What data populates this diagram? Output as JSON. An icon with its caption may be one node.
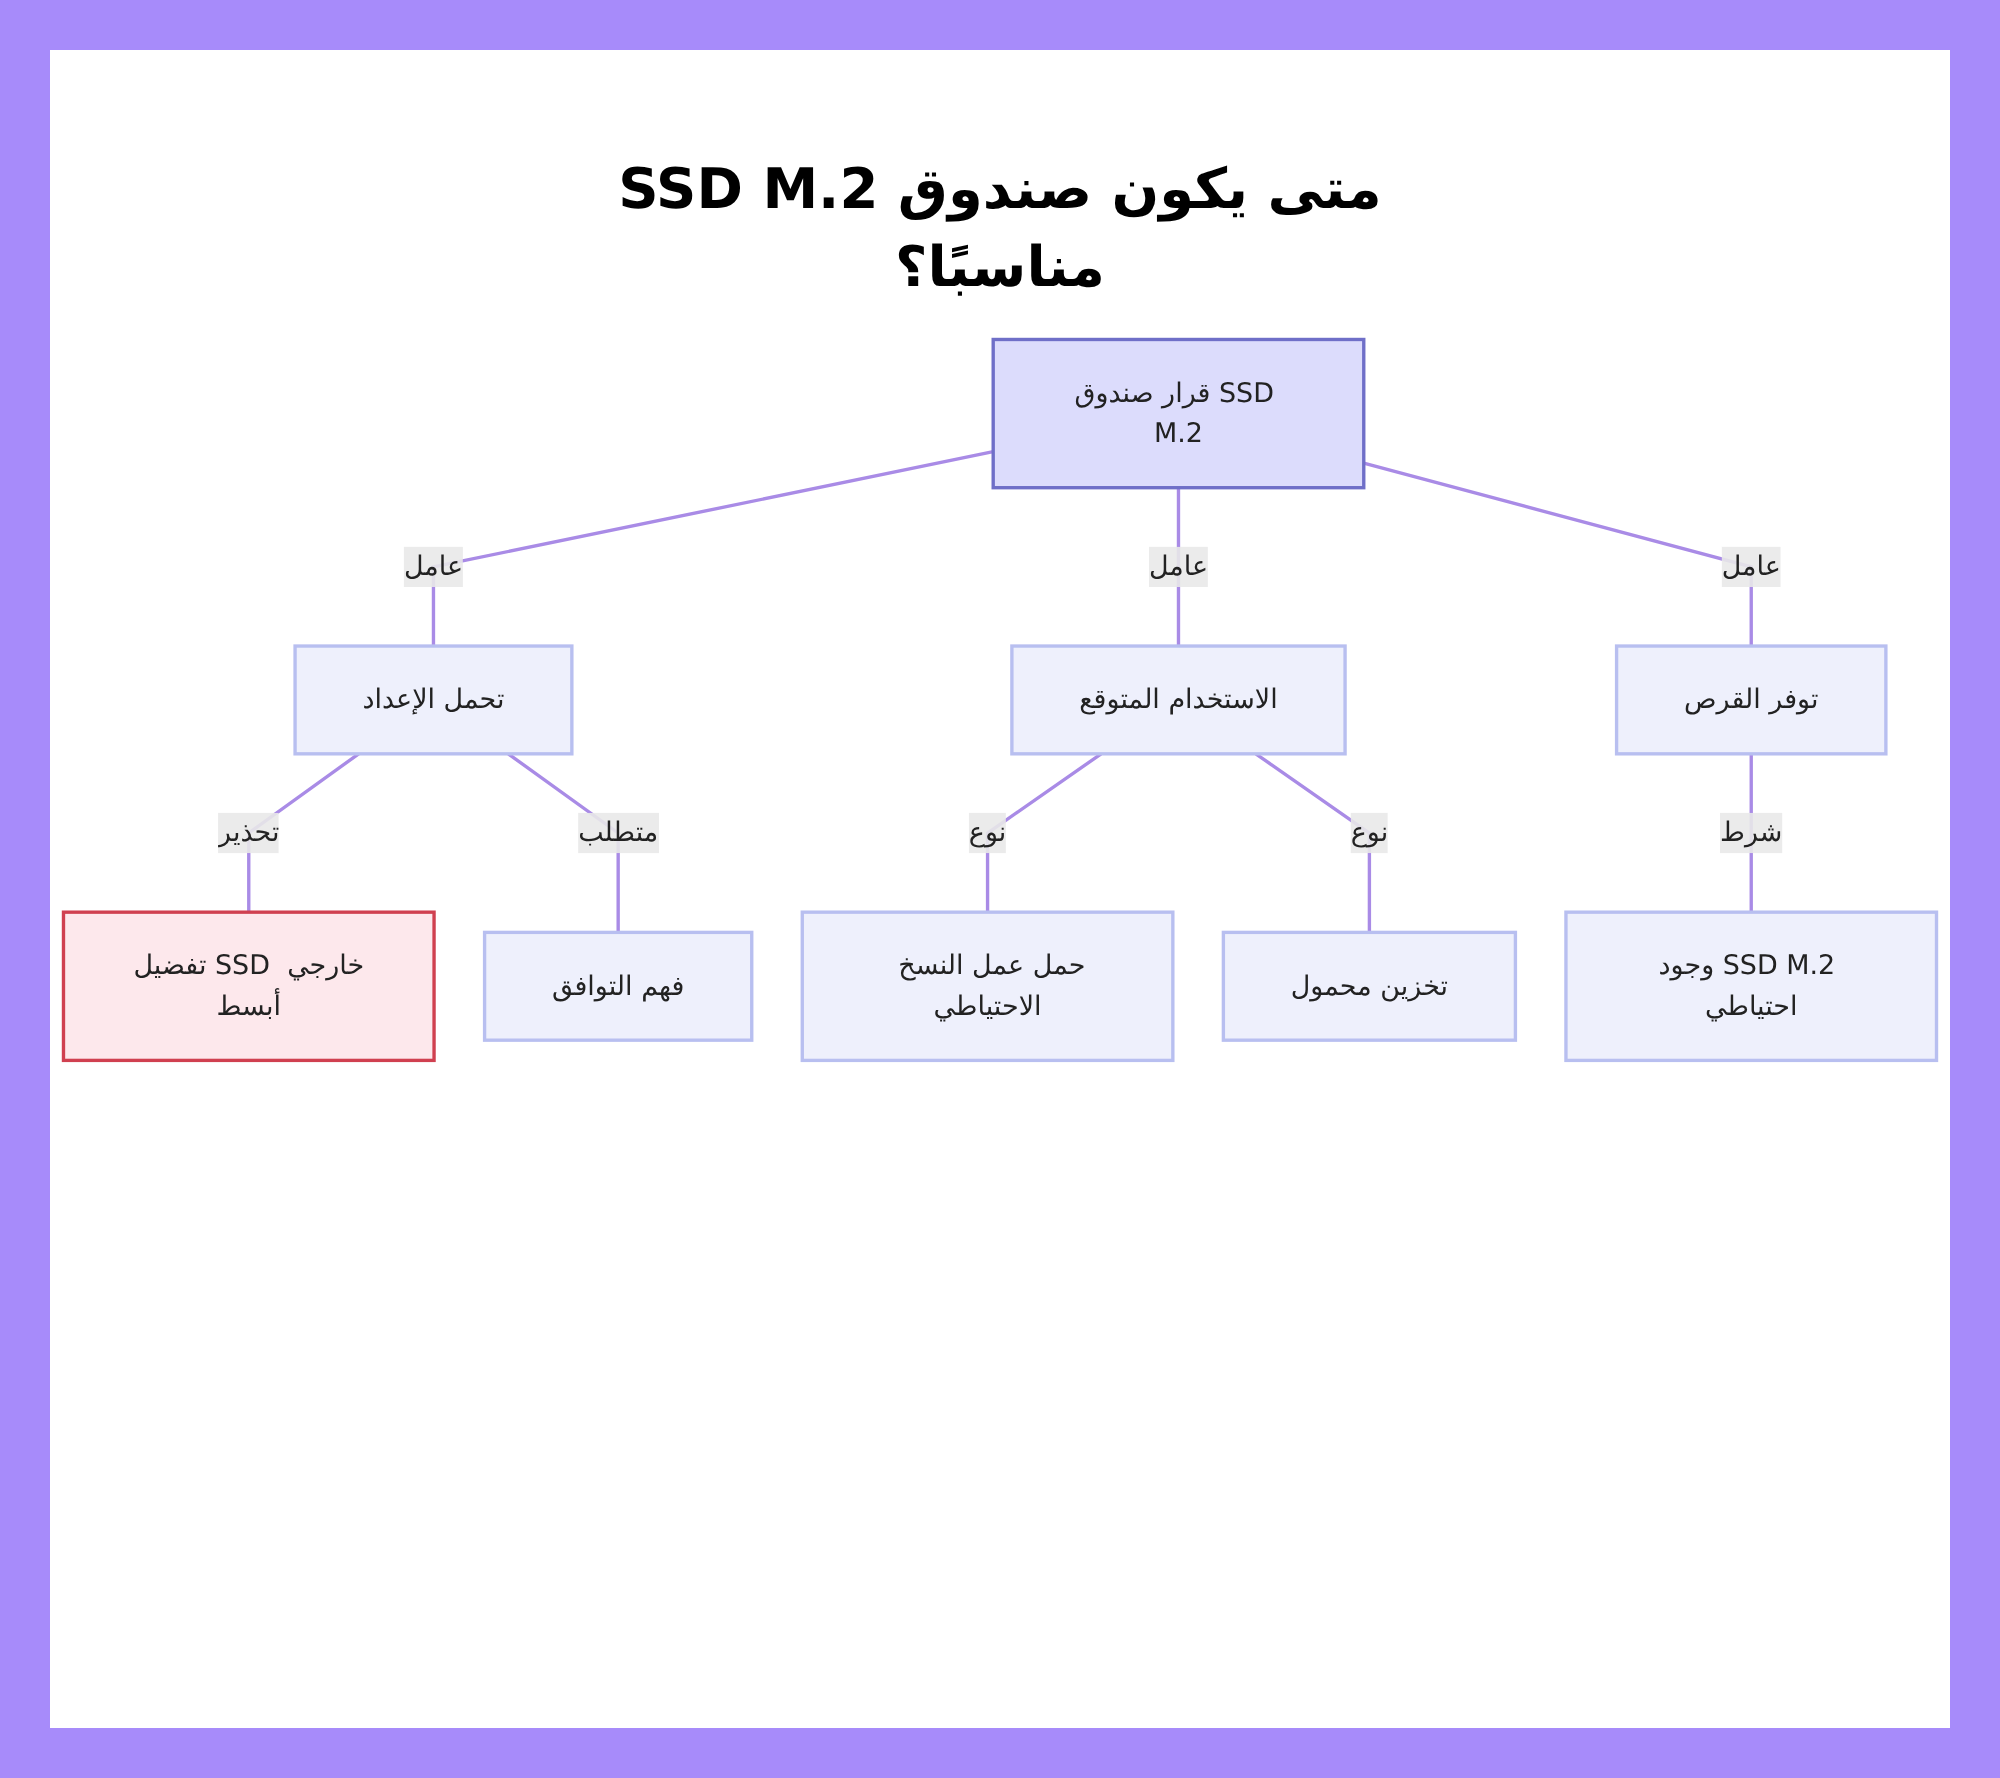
{
  "diagram": {
    "title": "متى يكون صندوق SSD M.2 مناسبًا؟",
    "nodes": [
      {
        "text": [
          "قرار صندوق SSD M.2"
        ]
      },
      {
        "text": [
          "تحمل الإعداد"
        ]
      },
      {
        "text": [
          "الاستخدام المتوقع"
        ]
      },
      {
        "text": [
          "توفر القرص"
        ]
      },
      {
        "text": [
          "تفضيل SSD خارجي أبسط"
        ]
      },
      {
        "text": [
          "فهم التوافق"
        ]
      },
      {
        "text": [
          "حمل عمل النسخ الاحتياطي"
        ]
      },
      {
        "text": [
          "تخزين محمول"
        ]
      },
      {
        "text": [
          "وجود SSD M.2 احتياطي"
        ]
      }
    ],
    "edges": [
      {
        "from": 0,
        "to": 1,
        "arrow": "none",
        "label": "عامل"
      },
      {
        "from": 0,
        "to": 2,
        "arrow": "none",
        "label": "عامل"
      },
      {
        "from": 0,
        "to": 3,
        "arrow": "none",
        "label": "عامل"
      },
      {
        "from": 1,
        "to": 4,
        "arrow": "none",
        "label": "تحذير"
      },
      {
        "from": 1,
        "to": 5,
        "arrow": "none",
        "label": "متطلب"
      },
      {
        "from": 2,
        "to": 6,
        "arrow": "none",
        "label": "نوع"
      },
      {
        "from": 2,
        "to": 7,
        "arrow": "none",
        "label": "نوع"
      },
      {
        "from": 3,
        "to": 8,
        "arrow": "none",
        "label": "شرط"
      }
    ]
  }
}
